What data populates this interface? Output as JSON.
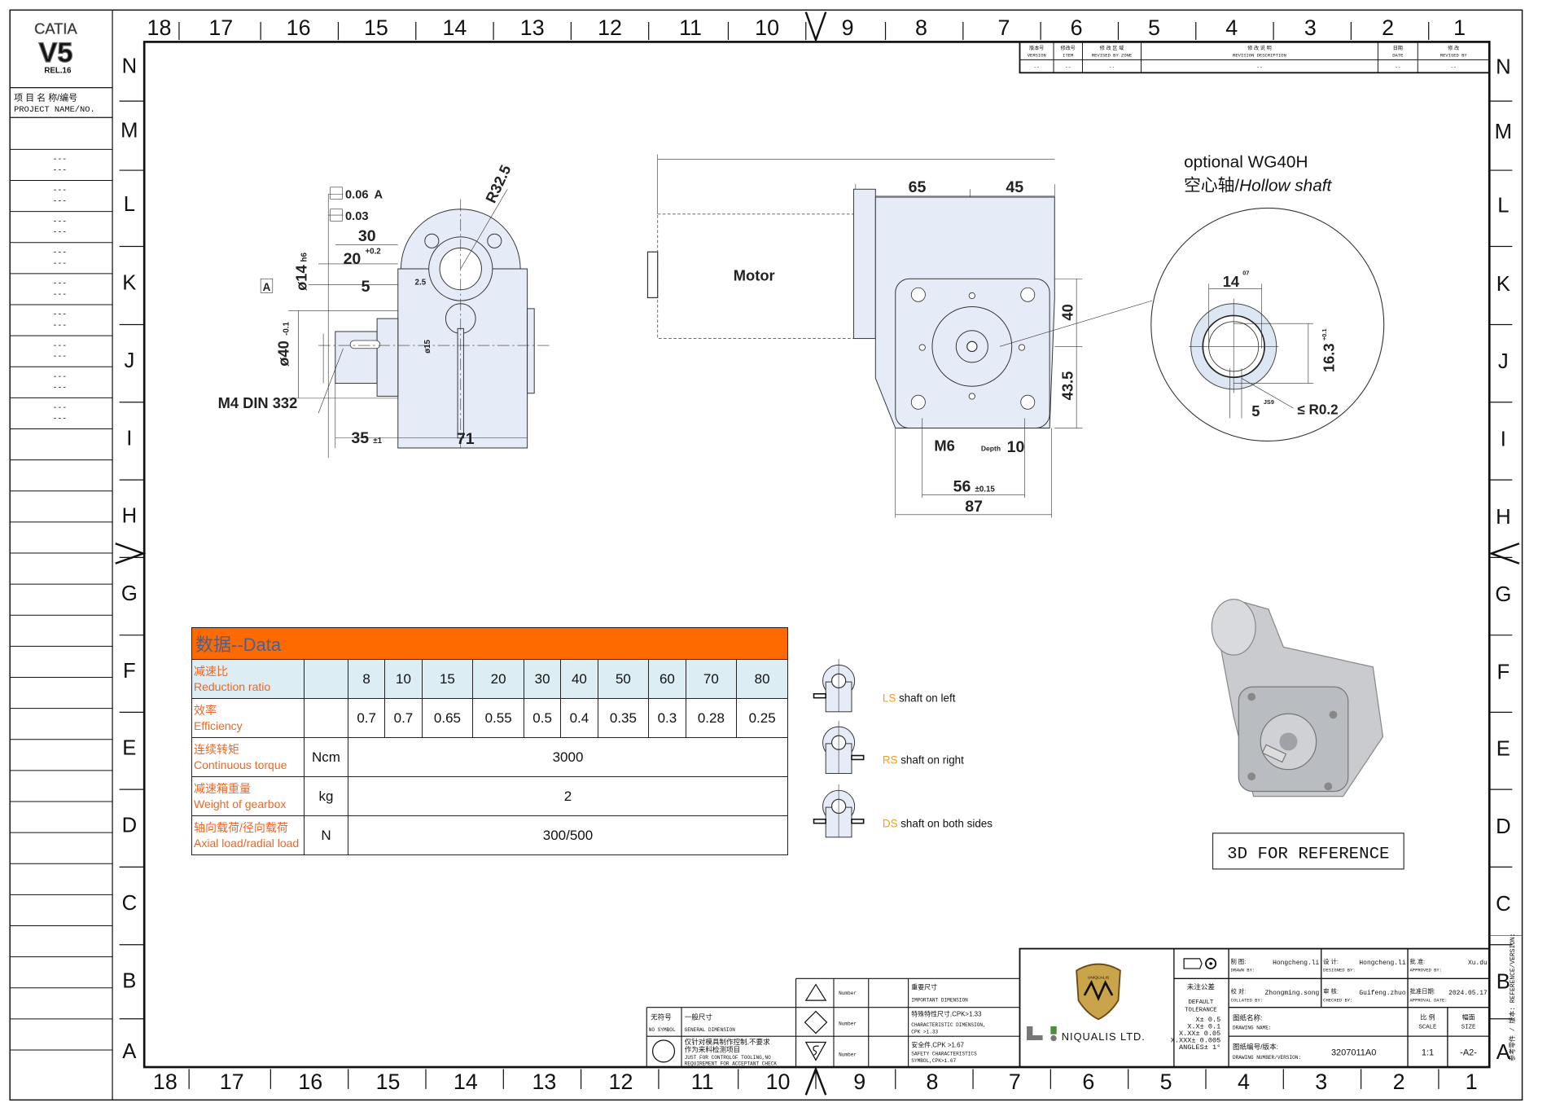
{
  "frame": {
    "columns": [
      "18",
      "17",
      "16",
      "15",
      "14",
      "13",
      "12",
      "11",
      "10",
      "9",
      "8",
      "7",
      "6",
      "5",
      "4",
      "3",
      "2",
      "1"
    ],
    "rows": [
      "N",
      "M",
      "L",
      "K",
      "J",
      "I",
      "H",
      "G",
      "F",
      "E",
      "D",
      "C",
      "B",
      "A"
    ]
  },
  "logo": {
    "software": "CATIA",
    "version": "V5",
    "release": "REL.16"
  },
  "project": {
    "label_cn": "项 目 名 称/编号",
    "label_en": "PROJECT NAME/NO.",
    "entries": [
      "---",
      "---",
      "---",
      "---",
      "---",
      "---",
      "---",
      "---",
      "---"
    ]
  },
  "revision": {
    "headers": [
      {
        "cn": "版本号",
        "en": "VERSION"
      },
      {
        "cn": "修改号",
        "en": "ITEM"
      },
      {
        "cn": "修 改 区 域",
        "en": "REVISED BY ZONE"
      },
      {
        "cn": "修 改 说 明",
        "en": "REVISION DESCRIPTION"
      },
      {
        "cn": "日期",
        "en": "DATE"
      },
      {
        "cn": "修 改",
        "en": "REVISED BY"
      }
    ],
    "values": [
      "--",
      "--",
      "--",
      "--",
      "--",
      "--"
    ]
  },
  "left_view": {
    "tol1": "0.06",
    "tol1_ref": "A",
    "tol2": "0.03",
    "d30": "30",
    "d20": "20",
    "d20_tol": "+0.2",
    "d5": "5",
    "d14": "ø14",
    "d14_tol": "h6",
    "datum": "A",
    "d40": "ø40",
    "d40_tol": "-0.1",
    "thread": "M4 DIN 332",
    "d35": "35",
    "d35_tol": "±1",
    "d71": "71",
    "r": "R32.5",
    "d25": "2.5",
    "d15": "ø15"
  },
  "motor_view": {
    "motor_label": "Motor",
    "d65": "65",
    "d45": "45",
    "d40": "40",
    "d435": "43.5",
    "m6": "M6",
    "depth_label": "Depth",
    "depth": "10",
    "d56": "56",
    "d56_tol": "±0.15",
    "d87": "87"
  },
  "detail": {
    "title": "optional WG40H",
    "subtitle_cn": "空心轴",
    "subtitle_sep": "/",
    "subtitle_en": "Hollow shaft",
    "d14": "14",
    "d14_tol": "07",
    "d163": "16.3",
    "d163_tol": "+0.1",
    "d5": "5",
    "d5_tol": "JS9",
    "radius": "≤ R0.2"
  },
  "data_table": {
    "title": "数据--Data",
    "header_color": "#ff6a00",
    "rows": [
      {
        "cn": "减速比",
        "en": "Reduction ratio",
        "unit": "",
        "values": [
          "8",
          "10",
          "15",
          "20",
          "30",
          "40",
          "50",
          "60",
          "70",
          "80"
        ]
      },
      {
        "cn": "效率",
        "en": "Efficiency",
        "unit": "",
        "values": [
          "0.7",
          "0.7",
          "0.65",
          "0.55",
          "0.5",
          "0.4",
          "0.35",
          "0.3",
          "0.28",
          "0.25"
        ]
      },
      {
        "cn": "连续转矩",
        "en": "Continuous torque",
        "unit": "Ncm",
        "value": "3000"
      },
      {
        "cn": "减速箱重量",
        "en": "Weight of gearbox",
        "unit": "kg",
        "value": "2"
      },
      {
        "cn": "轴向载荷/径向载荷",
        "en": "Axial load/radial load",
        "unit": "N",
        "value": "300/500"
      }
    ]
  },
  "shaft_options": [
    {
      "code": "LS",
      "label": "shaft on left"
    },
    {
      "code": "RS",
      "label": "shaft on right"
    },
    {
      "code": "DS",
      "label": "shaft on both sides"
    }
  ],
  "reference_label": "3D FOR REFERENCE",
  "symbols": {
    "no_symbol_cn": "无符号",
    "no_symbol_en": "NO SYMBOL",
    "general_cn": "一般尺寸",
    "general_en": "GENERAL DIMENSION",
    "tooling_cn1": "仅针对模具制作控制,不要求",
    "tooling_cn2": "作为来料检测项目",
    "tooling_en1": "JUST FOR CONTROLOF TOOLING,NO",
    "tooling_en2": "REQUIREMENT FOR ACCEPTANT CHECK",
    "number": "Number",
    "important_cn": "重要尺寸",
    "important_en": "IMPORTANT DIMENSION",
    "char_cn": "特殊特性尺寸,CPK>1.33",
    "char_en1": "CHARACTERISTIC DIMENSION,",
    "char_en2": "CPK >1.33",
    "safety_cn": "安全件,CPK >1.67",
    "safety_en1": "SAFETY CHARACTERISTICS",
    "safety_en2": "SYMBOL,CPK>1.67"
  },
  "title_block": {
    "company": "NIQUALIS LTD.",
    "badge_text": "UNIQUALIS",
    "tolerance_cn": "未注公差",
    "tolerance_en1": "DEFAULT",
    "tolerance_en2": "TOLERANCE",
    "tolerances": [
      "X± 0.5",
      "X.X± 0.1",
      "X.XX± 0.05",
      "X.XXX± 0.005",
      "ANGLES± 1°"
    ],
    "drawn_cn": "制  图:",
    "drawn_en": "DRAWN BY:",
    "drawn": "Hongcheng.li",
    "designed_cn": "设  计:",
    "designed_en": "DESIGNED BY:",
    "designed": "Hongcheng.li",
    "approved_cn": "批  准:",
    "approved_en": "APPROVED BY:",
    "approved": "Xu.du",
    "collated_cn": "校  对:",
    "collated_en": "COLLATED BY:",
    "collated": "Zhongming.song",
    "checked_cn": "审  核:",
    "checked_en": "CHECKED BY:",
    "checked": "Guifeng.zhuo",
    "approval_date_cn": "批准日期:",
    "approval_date_en": "APPROVAL DATE:",
    "approval_date": "2024.05.17",
    "name_cn": "图纸名称:",
    "name_en": "DRAWING NAME:",
    "number_cn": "图纸编号/版本:",
    "number_en": "DRAWING NUMBER/VERSION:",
    "number": "3207011A0",
    "scale_cn": "比 例",
    "scale_en": "SCALE",
    "scale": "1:1",
    "size_cn": "幅面",
    "size_en": "SIZE",
    "size": "-A2-",
    "reference_version": "参考零件 / 版本: REFERENCE/VERSION:"
  }
}
